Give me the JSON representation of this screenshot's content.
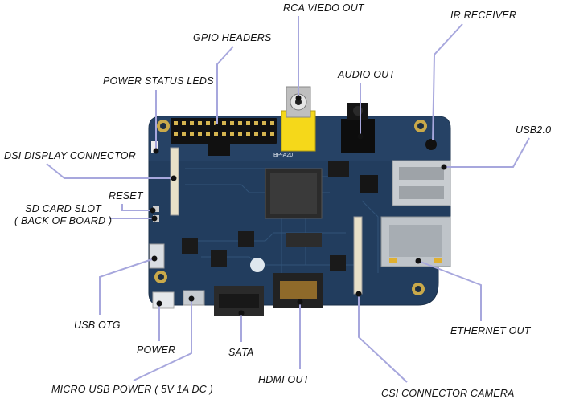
{
  "labels": {
    "rca_video_out": "RCA VIEDO OUT",
    "ir_receiver": "IR RECEIVER",
    "gpio_headers": "GPIO HEADERS",
    "audio_out": "AUDIO OUT",
    "power_status_leds": "POWER STATUS LEDS",
    "usb2": "USB2.0",
    "dsi_display_connector": "DSI DISPLAY CONNECTOR",
    "reset": "RESET",
    "sd_card_slot": "SD CARD SLOT",
    "sd_card_slot_note": "( BACK OF BOARD )",
    "usb_otg": "USB OTG",
    "ethernet_out": "ETHERNET OUT",
    "power": "POWER",
    "sata": "SATA",
    "hdmi_out": "HDMI OUT",
    "micro_usb_power": "MICRO USB POWER ( 5V 1A DC )",
    "csi_connector_camera": "CSI CONNECTOR CAMERA"
  },
  "board": {
    "silkscreen": "BP-A20"
  },
  "colors": {
    "pcb": "#223d5e",
    "callout_line": "#a7a7dd",
    "rca": "#f5d81a"
  }
}
